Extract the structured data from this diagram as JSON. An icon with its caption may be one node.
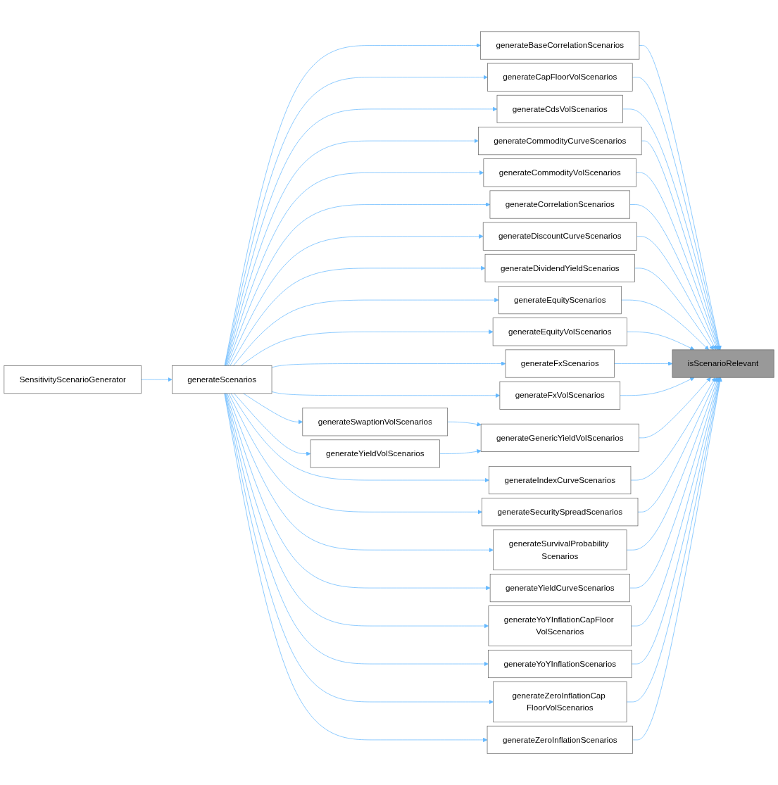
{
  "diagram": {
    "nodes": [
      {
        "text": [
          "SensitivityScenarioGenerator"
        ]
      },
      {
        "text": [
          "generateScenarios"
        ]
      },
      {
        "text": [
          "generateBaseCorrelationScenarios"
        ]
      },
      {
        "text": [
          "generateCapFloorVolScenarios"
        ]
      },
      {
        "text": [
          "generateCdsVolScenarios"
        ]
      },
      {
        "text": [
          "generateCommodityCurveScenarios"
        ]
      },
      {
        "text": [
          "generateCommodityVolScenarios"
        ]
      },
      {
        "text": [
          "generateCorrelationScenarios"
        ]
      },
      {
        "text": [
          "generateDiscountCurveScenarios"
        ]
      },
      {
        "text": [
          "generateDividendYieldScenarios"
        ]
      },
      {
        "text": [
          "generateEquityScenarios"
        ]
      },
      {
        "text": [
          "generateEquityVolScenarios"
        ]
      },
      {
        "text": [
          "generateFxScenarios"
        ]
      },
      {
        "text": [
          "generateFxVolScenarios"
        ]
      },
      {
        "text": [
          "generateSwaptionVolScenarios"
        ]
      },
      {
        "text": [
          "generateGenericYieldVolScenarios"
        ]
      },
      {
        "text": [
          "generateYieldVolScenarios"
        ]
      },
      {
        "text": [
          "generateIndexCurveScenarios"
        ]
      },
      {
        "text": [
          "generateSecuritySpreadScenarios"
        ]
      },
      {
        "text": [
          "generateSurvivalProbability Scenarios"
        ]
      },
      {
        "text": [
          "generateYieldCurveScenarios"
        ]
      },
      {
        "text": [
          "generateYoYInflationCapFloor VolScenarios"
        ]
      },
      {
        "text": [
          "generateYoYInflationScenarios"
        ]
      },
      {
        "text": [
          "generateZeroInflationCap FloorVolScenarios"
        ]
      },
      {
        "text": [
          "generateZeroInflationScenarios"
        ]
      },
      {
        "text": [
          "isScenarioRelevant"
        ]
      }
    ],
    "edges": [
      {
        "from": 0,
        "to": 1,
        "arrow": "to"
      },
      {
        "from": 1,
        "to": 2,
        "arrow": "to"
      },
      {
        "from": 1,
        "to": 3,
        "arrow": "to"
      },
      {
        "from": 1,
        "to": 4,
        "arrow": "to"
      },
      {
        "from": 1,
        "to": 5,
        "arrow": "to"
      },
      {
        "from": 1,
        "to": 6,
        "arrow": "to"
      },
      {
        "from": 1,
        "to": 7,
        "arrow": "to"
      },
      {
        "from": 1,
        "to": 8,
        "arrow": "to"
      },
      {
        "from": 1,
        "to": 9,
        "arrow": "to"
      },
      {
        "from": 1,
        "to": 10,
        "arrow": "to"
      },
      {
        "from": 1,
        "to": 11,
        "arrow": "to"
      },
      {
        "from": 1,
        "to": 12,
        "arrow": "to"
      },
      {
        "from": 1,
        "to": 13,
        "arrow": "to"
      },
      {
        "from": 1,
        "to": 14,
        "arrow": "to"
      },
      {
        "from": 1,
        "to": 16,
        "arrow": "to"
      },
      {
        "from": 1,
        "to": 17,
        "arrow": "to"
      },
      {
        "from": 1,
        "to": 18,
        "arrow": "to"
      },
      {
        "from": 1,
        "to": 19,
        "arrow": "to"
      },
      {
        "from": 1,
        "to": 20,
        "arrow": "to"
      },
      {
        "from": 1,
        "to": 21,
        "arrow": "to"
      },
      {
        "from": 1,
        "to": 22,
        "arrow": "to"
      },
      {
        "from": 1,
        "to": 23,
        "arrow": "to"
      },
      {
        "from": 1,
        "to": 24,
        "arrow": "to"
      },
      {
        "from": 14,
        "to": 15,
        "arrow": "to"
      },
      {
        "from": 16,
        "to": 15,
        "arrow": "to"
      },
      {
        "from": 2,
        "to": 25,
        "arrow": "to"
      },
      {
        "from": 3,
        "to": 25,
        "arrow": "to"
      },
      {
        "from": 4,
        "to": 25,
        "arrow": "to"
      },
      {
        "from": 5,
        "to": 25,
        "arrow": "to"
      },
      {
        "from": 6,
        "to": 25,
        "arrow": "to"
      },
      {
        "from": 7,
        "to": 25,
        "arrow": "to"
      },
      {
        "from": 8,
        "to": 25,
        "arrow": "to"
      },
      {
        "from": 9,
        "to": 25,
        "arrow": "to"
      },
      {
        "from": 10,
        "to": 25,
        "arrow": "to"
      },
      {
        "from": 11,
        "to": 25,
        "arrow": "to"
      },
      {
        "from": 12,
        "to": 25,
        "arrow": "to"
      },
      {
        "from": 13,
        "to": 25,
        "arrow": "to"
      },
      {
        "from": 15,
        "to": 25,
        "arrow": "to"
      },
      {
        "from": 17,
        "to": 25,
        "arrow": "to"
      },
      {
        "from": 18,
        "to": 25,
        "arrow": "to"
      },
      {
        "from": 19,
        "to": 25,
        "arrow": "to"
      },
      {
        "from": 20,
        "to": 25,
        "arrow": "to"
      },
      {
        "from": 21,
        "to": 25,
        "arrow": "to"
      },
      {
        "from": 22,
        "to": 25,
        "arrow": "to"
      },
      {
        "from": 23,
        "to": 25,
        "arrow": "to"
      },
      {
        "from": 24,
        "to": 25,
        "arrow": "to"
      }
    ]
  }
}
